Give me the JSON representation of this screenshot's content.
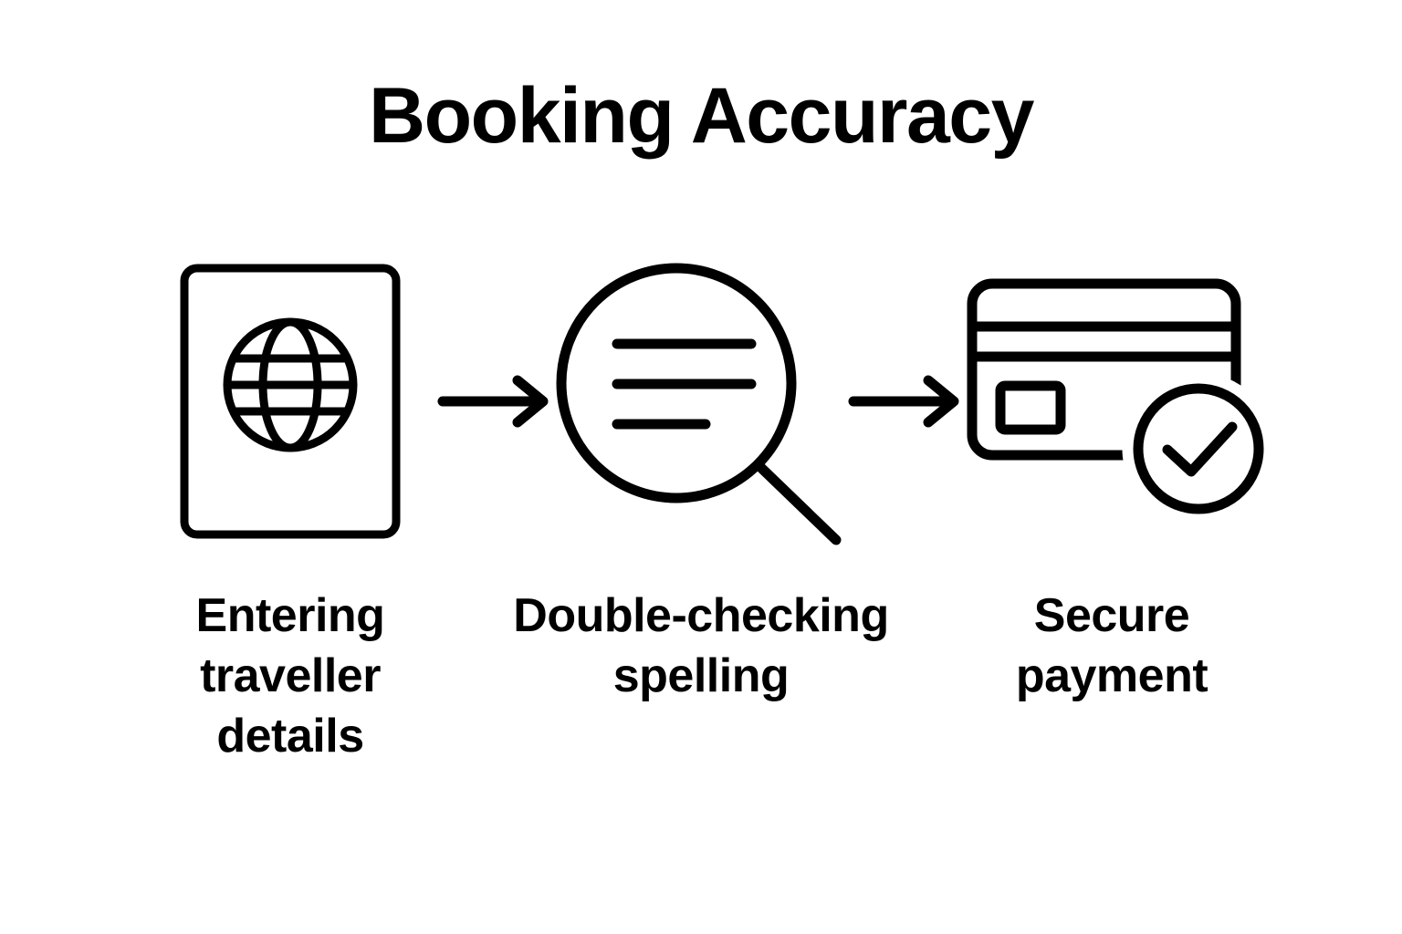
{
  "page": {
    "title": "Booking Accuracy",
    "background_color": "#ffffff",
    "stroke_color": "#000000"
  },
  "steps": [
    {
      "icon": "passport-globe-icon",
      "label_lines": [
        "Entering",
        "traveller",
        "details"
      ],
      "label": "Entering traveller details"
    },
    {
      "icon": "magnifying-glass-text-icon",
      "label_lines": [
        "Double-checking",
        "spelling"
      ],
      "label": "Double-checking spelling"
    },
    {
      "icon": "credit-card-check-icon",
      "label_lines": [
        "Secure",
        "payment"
      ],
      "label": "Secure payment"
    }
  ],
  "connectors": [
    {
      "name": "arrow-right-icon",
      "from": "step-1",
      "to": "step-2"
    },
    {
      "name": "arrow-right-icon",
      "from": "step-2",
      "to": "step-3"
    }
  ]
}
